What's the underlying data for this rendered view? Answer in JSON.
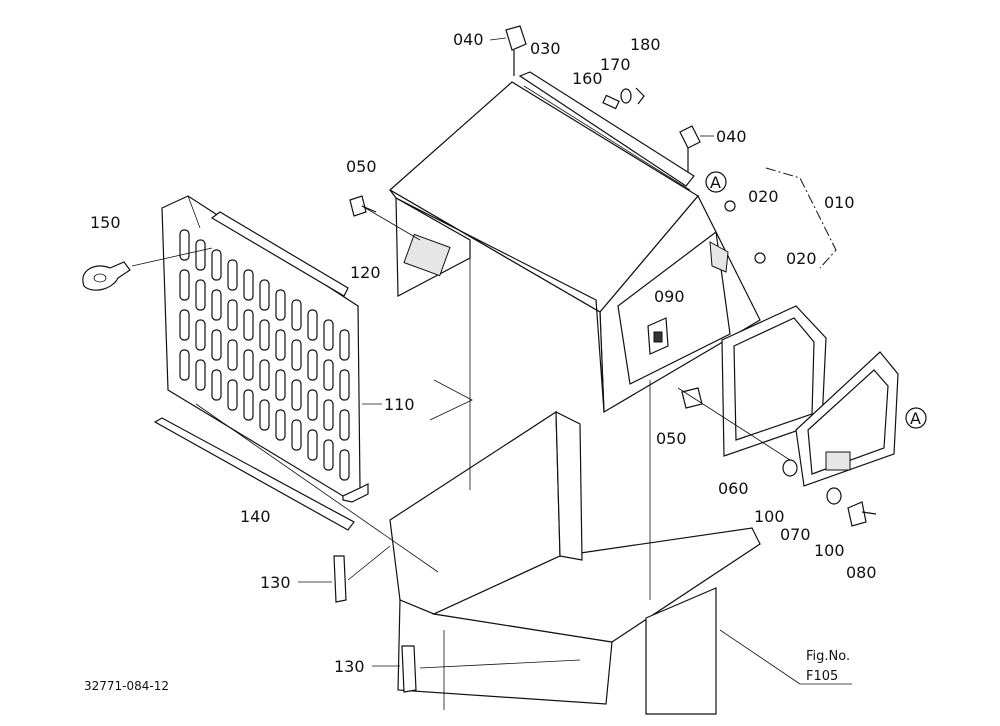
{
  "callouts": [
    "010",
    "020",
    "020",
    "030",
    "040",
    "040",
    "050",
    "050",
    "060",
    "070",
    "080",
    "090",
    "100",
    "100",
    "110",
    "120",
    "130",
    "130",
    "140",
    "150",
    "160",
    "170",
    "180"
  ],
  "ref_marks": [
    "A",
    "A"
  ],
  "figure_ref": {
    "line1": "Fig.No.",
    "line2": "F105"
  },
  "drawing_number": "32771-084-12"
}
